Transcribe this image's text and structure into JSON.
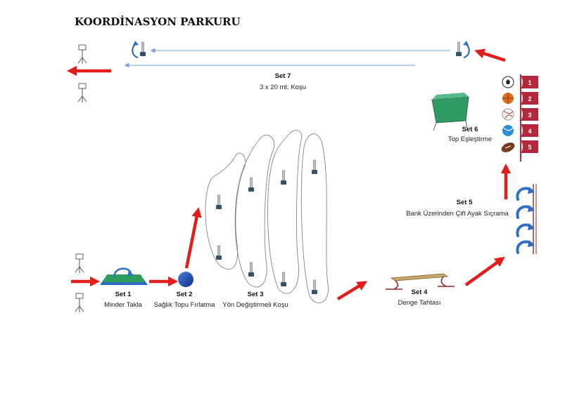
{
  "title": "KOORDİNASYON PARKURU",
  "sets": [
    {
      "name": "Set 1",
      "desc": "Minder Takla"
    },
    {
      "name": "Set 2",
      "desc": "Sağlık Topu Fırlatma"
    },
    {
      "name": "Set 3",
      "desc": "Yön Değiştirmeli Koşu"
    },
    {
      "name": "Set 4",
      "desc": "Denge Tahtası"
    },
    {
      "name": "Set 5",
      "desc": "Bank Üzerinden Çift Ayak Sıçrama"
    },
    {
      "name": "Set 6",
      "desc": "Top Eşleştirme"
    },
    {
      "name": "Set 7",
      "desc": "3 x 20 mt. Koşu"
    }
  ],
  "ball_numbers": [
    "1",
    "2",
    "3",
    "4",
    "5"
  ],
  "colors": {
    "arrow": "#e31c1c",
    "mat": "#2e9e5b",
    "mat_edge": "#2c6bbf",
    "medicine_ball": "#1f4fb5",
    "board": "#c8a96a",
    "flag": "#b3283a",
    "cart": "#2f9a63",
    "loop_arrow": "#2f6fc4",
    "run_line": "#7aa4d8"
  }
}
